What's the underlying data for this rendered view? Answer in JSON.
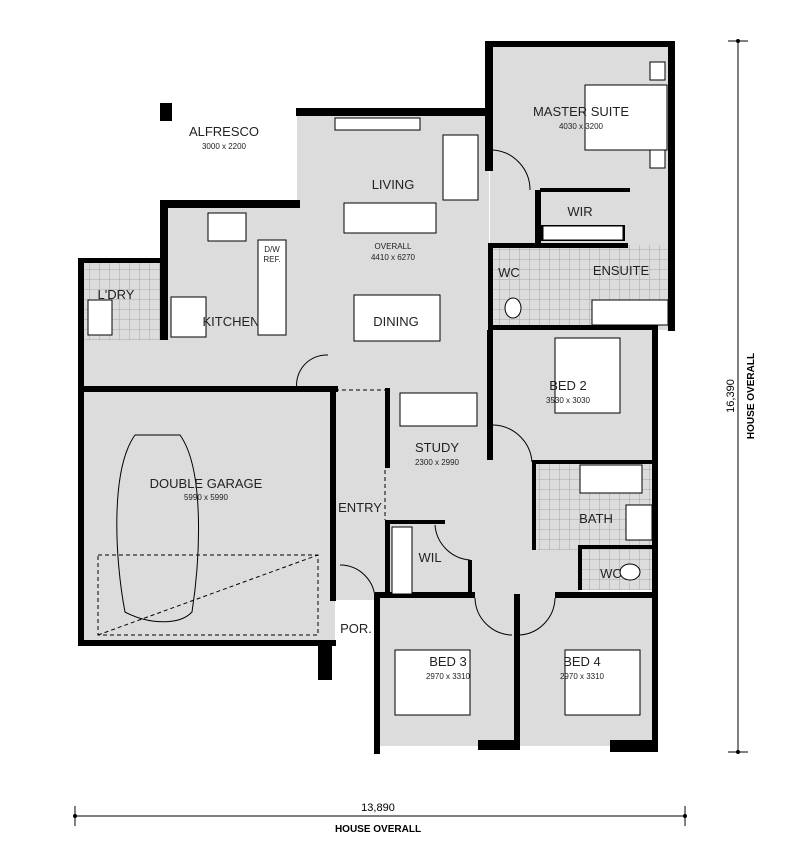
{
  "rooms": {
    "alfresco": {
      "name": "ALFRESCO",
      "size": "3000 x 2200"
    },
    "master_suite": {
      "name": "MASTER SUITE",
      "size": "4030 x 3200"
    },
    "living": {
      "name": "LIVING"
    },
    "overall": {
      "name": "OVERALL",
      "size": "4410 x 6270"
    },
    "dw_ref": {
      "line1": "D/W",
      "line2": "REF."
    },
    "wir": {
      "name": "WIR"
    },
    "wc_ensuite": {
      "name": "WC"
    },
    "ensuite": {
      "name": "ENSUITE"
    },
    "laundry": {
      "name": "L'DRY"
    },
    "kitchen": {
      "name": "KITCHEN"
    },
    "dining": {
      "name": "DINING"
    },
    "bed2": {
      "name": "BED 2",
      "size": "3530 x 3030"
    },
    "study": {
      "name": "STUDY",
      "size": "2300 x 2990"
    },
    "garage": {
      "name": "DOUBLE GARAGE",
      "size": "5990 x 5990"
    },
    "entry": {
      "name": "ENTRY"
    },
    "bath": {
      "name": "BATH"
    },
    "wil": {
      "name": "WIL"
    },
    "wc": {
      "name": "WC"
    },
    "porch": {
      "name": "POR."
    },
    "bed3": {
      "name": "BED 3",
      "size": "2970 x 3310"
    },
    "bed4": {
      "name": "BED 4",
      "size": "2970 x 3310"
    }
  },
  "dimensions": {
    "width_value": "13,890",
    "width_label": "HOUSE OVERALL",
    "depth_value": "16,390",
    "depth_label": "HOUSE OVERALL"
  },
  "colors": {
    "floor": "#dcdcdc",
    "wall": "#000000"
  }
}
